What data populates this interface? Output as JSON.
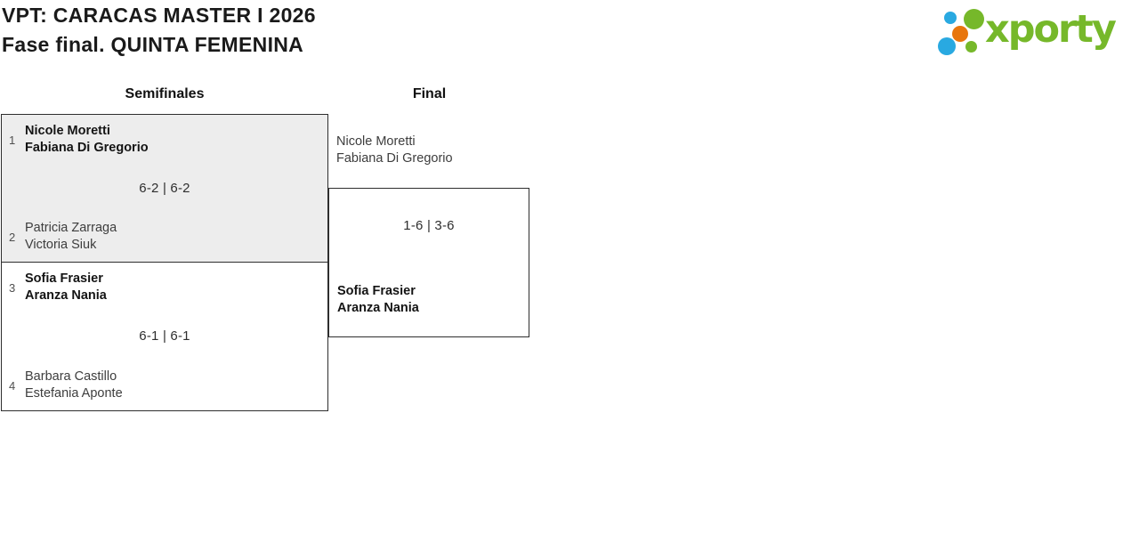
{
  "page": {
    "title_line1": "VPT: CARACAS MASTER I 2026",
    "title_line2": "Fase final. QUINTA FEMENINA"
  },
  "logo": {
    "text": "xporty"
  },
  "round_headers": {
    "semifinals": "Semifinales",
    "final": "Final"
  },
  "bracket": {
    "semifinal1": {
      "seed_top": "1",
      "top_player1": "Nicole Moretti",
      "top_player2": "Fabiana Di Gregorio",
      "score": "6-2 | 6-2",
      "seed_bottom": "2",
      "bottom_player1": "Patricia Zarraga",
      "bottom_player2": "Victoria Siuk"
    },
    "semifinal2": {
      "seed_top": "3",
      "top_player1": "Sofia Frasier",
      "top_player2": "Aranza Nania",
      "score": "6-1 | 6-1",
      "seed_bottom": "4",
      "bottom_player1": "Barbara Castillo",
      "bottom_player2": "Estefania Aponte"
    },
    "final": {
      "top_player1": "Nicole Moretti",
      "top_player2": "Fabiana Di Gregorio",
      "score": "1-6 | 3-6",
      "bottom_player1": "Sofia Frasier",
      "bottom_player2": "Aranza Nania"
    }
  },
  "colors": {
    "logo-green": "#76b82a",
    "logo-blue": "#29a9e1",
    "logo-orange": "#e8760e",
    "box-grey": "#ededed",
    "border-dark": "#2e2e2e",
    "text-dark": "#141414",
    "text-normal": "#3d3d3d",
    "seed-grey": "#4f4f4f"
  }
}
